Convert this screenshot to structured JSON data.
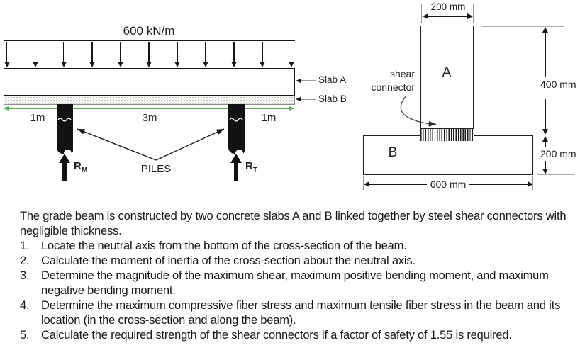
{
  "colors": {
    "dimension_green": "#54b04a",
    "ink": "#161616",
    "extension_gray": "#aaaaaa"
  },
  "left_diagram": {
    "load_label": "600 kN/m",
    "dim_left": "1m",
    "dim_mid": "3m",
    "dim_right": "1m",
    "slab_a_label": "Slab A",
    "slab_b_label": "Slab B",
    "piles_label": "PILES",
    "reaction_left": {
      "base": "R",
      "sub": "M"
    },
    "reaction_right": {
      "base": "R",
      "sub": "T"
    }
  },
  "right_diagram": {
    "top_width": "200 mm",
    "height_a": "400 mm",
    "height_b": "200 mm",
    "bottom_width": "600 mm",
    "label_a": "A",
    "label_b": "B",
    "shear_connector_line1": "shear",
    "shear_connector_line2": "connector"
  },
  "problem": {
    "intro": "The grade beam is constructed by two concrete slabs A and B linked together by steel shear connectors with negligible thickness.",
    "items": [
      {
        "num": "1.",
        "text": "Locate the neutral axis from the bottom of the cross-section of the beam."
      },
      {
        "num": "2.",
        "text": "Calculate the moment of inertia of the cross-section about the neutral axis."
      },
      {
        "num": "3.",
        "text": "Determine the magnitude of the maximum shear, maximum positive bending moment, and maximum negative bending moment."
      },
      {
        "num": "4.",
        "text": "Determine the maximum compressive fiber stress and maximum tensile fiber stress in the beam and its location (in the cross-section and along the beam)."
      },
      {
        "num": "5.",
        "text": "Calculate the required strength of the shear connectors if a factor of safety of 1.55 is required."
      }
    ]
  }
}
